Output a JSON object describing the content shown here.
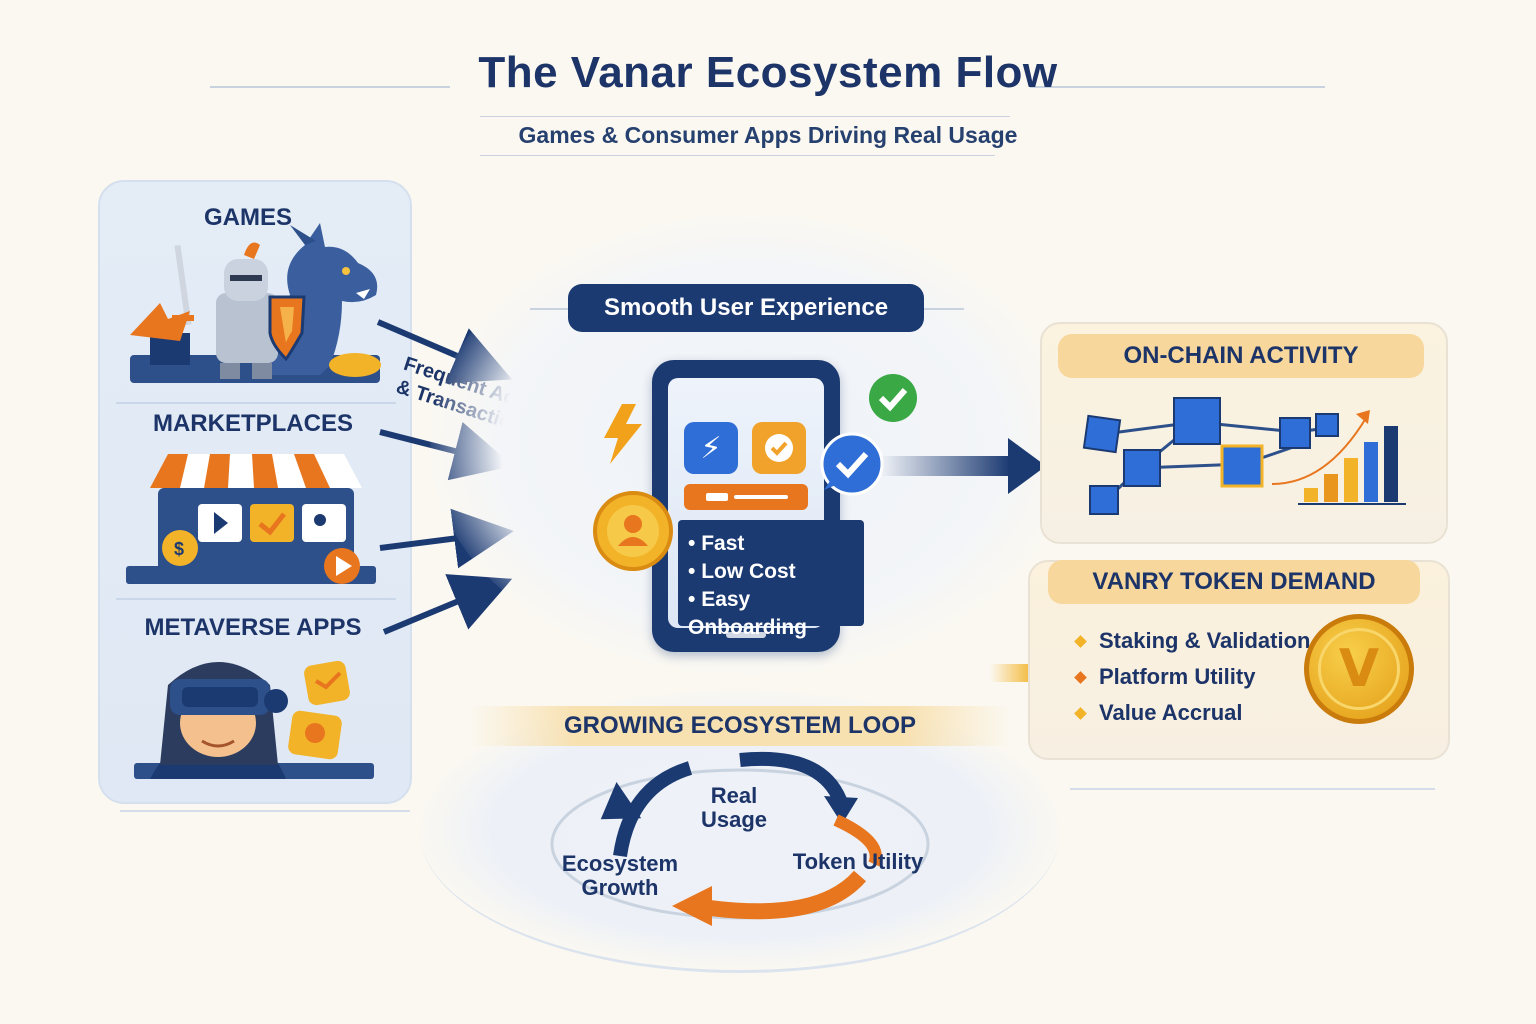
{
  "header": {
    "title": "The Vanar Ecosystem Flow",
    "subtitle": "Games & Consumer Apps Driving Real Usage"
  },
  "sources": [
    {
      "label": "GAMES",
      "icon": "knight-dragon-icon"
    },
    {
      "label": "MARKETPLACES",
      "icon": "storefront-icon"
    },
    {
      "label": "METAVERSE APPS",
      "icon": "vr-headset-user-icon"
    }
  ],
  "flow_label": "Frequent Actions & Transactions",
  "experience": {
    "title": "Smooth User Experience",
    "benefits": [
      "Fast",
      "Low Cost",
      "Easy Onboarding"
    ]
  },
  "onchain": {
    "title": "ON-CHAIN ACTIVITY"
  },
  "token": {
    "title": "VANRY TOKEN DEMAND",
    "items": [
      "Staking & Validation",
      "Platform Utility",
      "Value Accrual"
    ],
    "coin_letter": "V"
  },
  "loop": {
    "title": "GROWING ECOSYSTEM LOOP",
    "nodes": [
      "Real Usage",
      "Token Utility",
      "Ecosystem Growth"
    ]
  },
  "colors": {
    "navy": "#1c3a72",
    "orange": "#e8761e",
    "gold": "#f2b328",
    "blue": "#2f6ed6"
  }
}
